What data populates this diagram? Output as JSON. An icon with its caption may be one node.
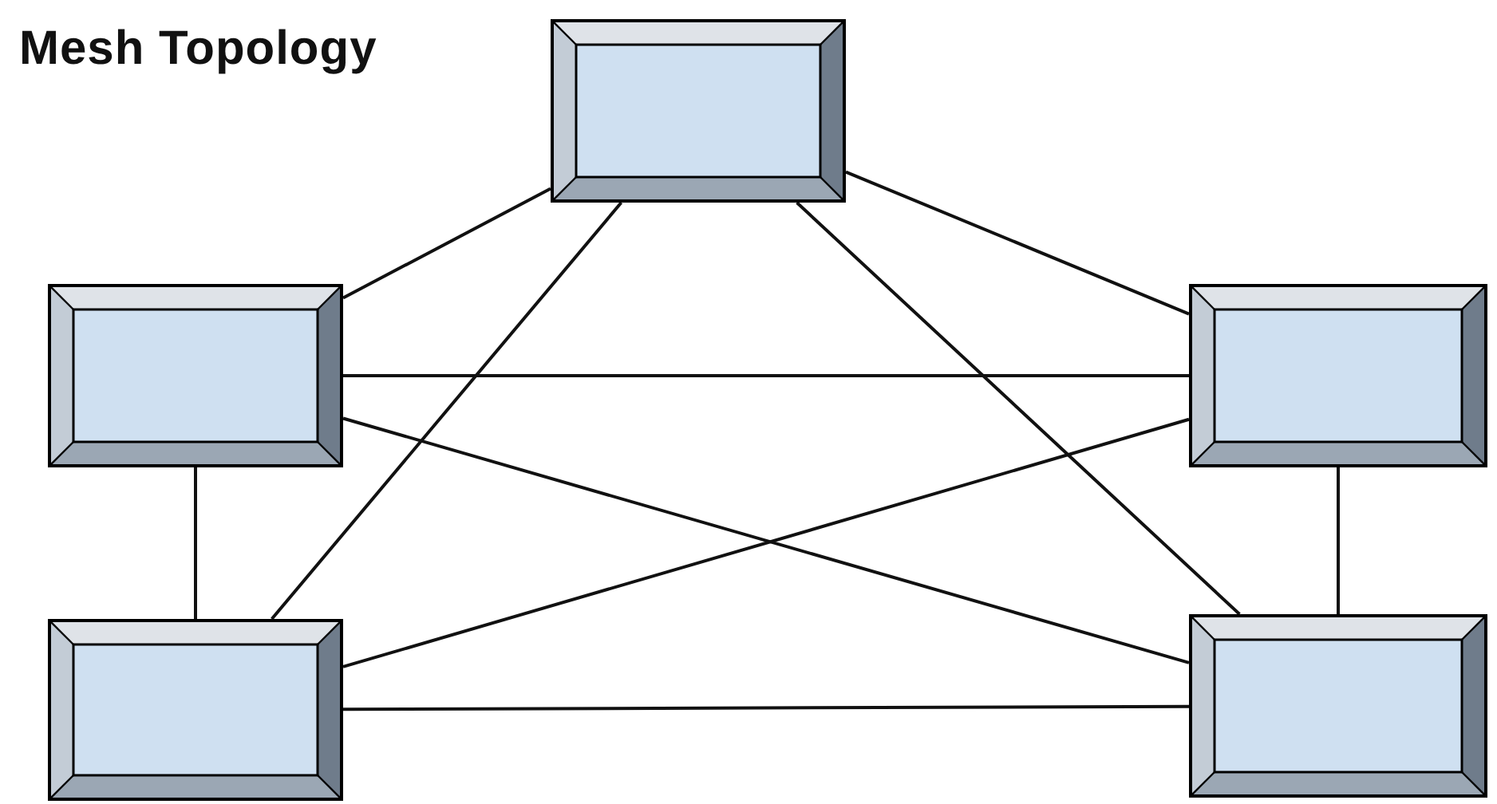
{
  "diagram": {
    "title": "Mesh Topology",
    "nodes": [
      {
        "text": [],
        "shape": "box"
      },
      {
        "text": [],
        "shape": "box"
      },
      {
        "text": [],
        "shape": "box"
      },
      {
        "text": [],
        "shape": "box"
      },
      {
        "text": [],
        "shape": "box"
      }
    ],
    "edges": [
      {
        "from": 0,
        "to": 1,
        "arrow": "none"
      },
      {
        "from": 0,
        "to": 2,
        "arrow": "none"
      },
      {
        "from": 0,
        "to": 3,
        "arrow": "none"
      },
      {
        "from": 0,
        "to": 4,
        "arrow": "none"
      },
      {
        "from": 1,
        "to": 2,
        "arrow": "none"
      },
      {
        "from": 1,
        "to": 4,
        "arrow": "none"
      },
      {
        "from": 1,
        "to": 3,
        "arrow": "none"
      },
      {
        "from": 2,
        "to": 3,
        "arrow": "none"
      },
      {
        "from": 2,
        "to": 4,
        "arrow": "none"
      },
      {
        "from": 3,
        "to": 4,
        "arrow": "none"
      }
    ]
  }
}
